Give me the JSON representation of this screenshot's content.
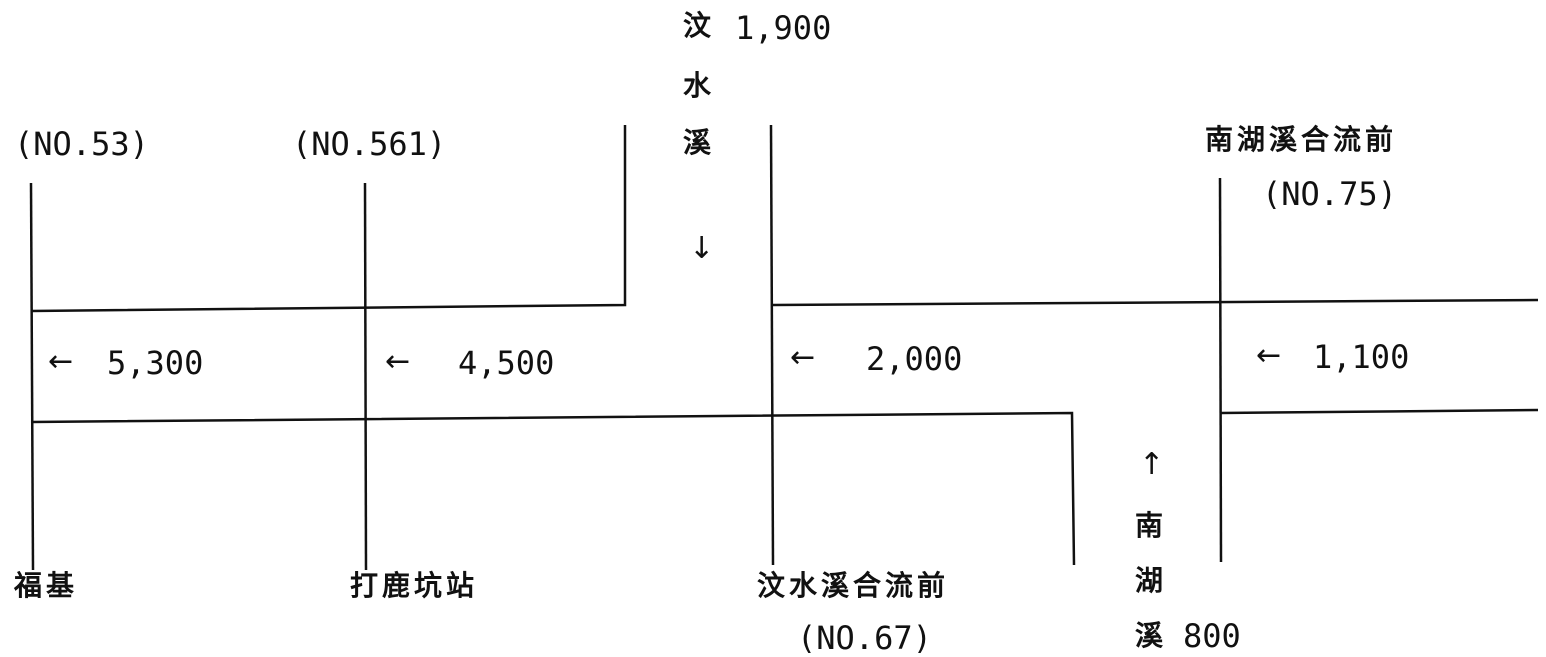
{
  "stations": {
    "fuji": {
      "name": "福基",
      "no": "(NO.53)"
    },
    "dalukeng": {
      "name": "打鹿坑站",
      "no": "(NO.561)"
    },
    "jishui_confluence": {
      "name": "汶水溪合流前",
      "no": "(NO.67)"
    },
    "nanhu_confluence": {
      "name": "南湖溪合流前",
      "no": "(NO.75)"
    }
  },
  "main_channel_flows": {
    "segment_1": {
      "arrow": "←",
      "value": "5,300"
    },
    "segment_2": {
      "arrow": "←",
      "value": "4,500"
    },
    "segment_3": {
      "arrow": "←",
      "value": "2,000"
    },
    "segment_4": {
      "arrow": "←",
      "value": "1,100"
    }
  },
  "tributaries": {
    "jishui": {
      "chars": [
        "汶",
        "水",
        "溪"
      ],
      "value": "1,900",
      "arrow": "↓"
    },
    "nanhu": {
      "chars": [
        "南",
        "湖",
        "溪"
      ],
      "value": "800",
      "arrow": "↑"
    }
  },
  "colors": {
    "line": "#111111",
    "background": "#ffffff"
  }
}
